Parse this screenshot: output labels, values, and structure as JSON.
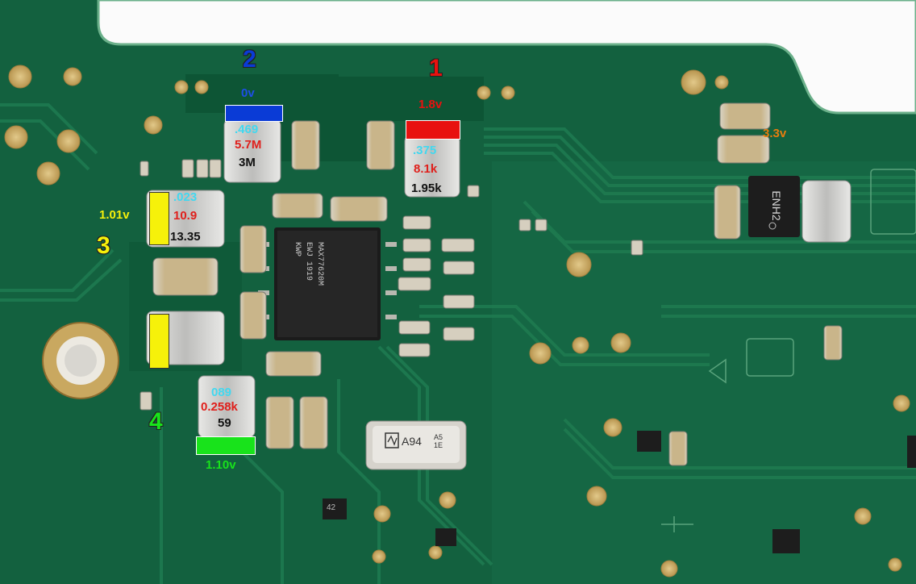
{
  "annotations": {
    "point_1": {
      "number": "1",
      "voltage": "1.8v",
      "v1": ".375",
      "v2": "8.1k",
      "v3": "1.95k",
      "color": "#e8110f"
    },
    "point_2": {
      "number": "2",
      "voltage": "0v",
      "v1": ".469",
      "v2": "5.7M",
      "v3": "3M",
      "color": "#0a3bd6"
    },
    "point_3": {
      "number": "3",
      "voltage": "1.01v",
      "v1": ".023",
      "v2": "10.9",
      "v3": "13.35",
      "color": "#f6f10a"
    },
    "point_4": {
      "number": "4",
      "voltage": "1.10v",
      "v1": "089",
      "v2": "0.258k",
      "v3": "59",
      "color": "#18e31b"
    },
    "supply": {
      "voltage": "3.3v",
      "color": "#e87d0e"
    }
  },
  "chip_markings": {
    "main_ic": "MAX77620M EWJ 1919 KWP",
    "crystal": "A94",
    "crystal_small": "A5 1E",
    "regulator": "ENH2",
    "transistor": "42"
  }
}
